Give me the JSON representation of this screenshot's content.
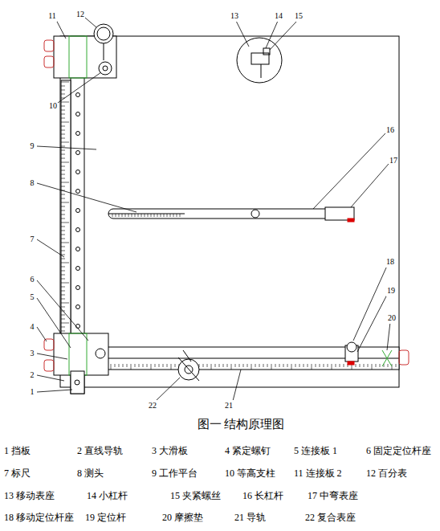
{
  "diagram": {
    "caption": "图一 结构原理图",
    "labels": [
      "11",
      "12",
      "13",
      "14",
      "15",
      "16",
      "17",
      "18",
      "19",
      "20",
      "10",
      "9",
      "8",
      "7",
      "6",
      "5",
      "4",
      "3",
      "2",
      "1",
      "22",
      "21",
      "1 挡板",
      "2 直线导轨",
      "3 大滑板",
      "4 紧定螺钉",
      "5 连接板 1",
      "6 固定定位杆座",
      "7 标尺",
      "8 测头",
      "9 工作平台",
      "10 等高支柱",
      "11 连接板 2",
      "12 百分表",
      "13 移动表座",
      "14 小杠杆",
      "15 夹紧螺丝",
      "16 长杠杆",
      "17 中弯表座",
      "18 移动定位杆座",
      "19 定位杆",
      "20 摩擦垫",
      "21 导轨",
      "22 复合表座"
    ]
  }
}
